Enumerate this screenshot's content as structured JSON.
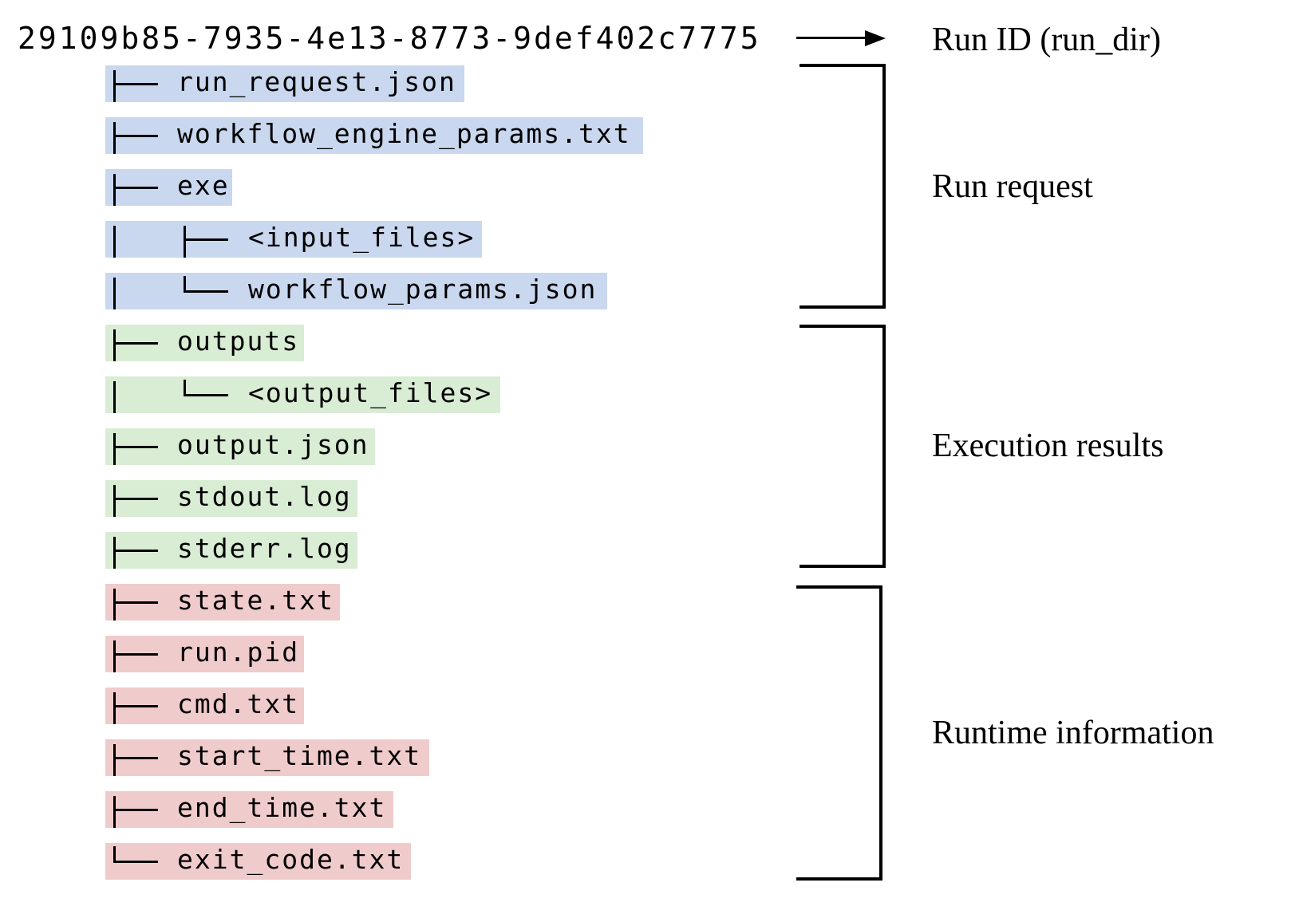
{
  "root": {
    "id": "29109b85-7935-4e13-8773-9def402c7775",
    "label": "Run ID (run_dir)"
  },
  "colors": {
    "run_request": "#c9d7ef",
    "execution_results": "#d9ecd4",
    "runtime_information": "#f0cbcc"
  },
  "groups": [
    {
      "key": "run_request",
      "label": "Run request"
    },
    {
      "key": "execution_results",
      "label": "Execution results"
    },
    {
      "key": "runtime_information",
      "label": "Runtime information"
    }
  ],
  "tree": [
    {
      "name": "run_request.json",
      "group": "run_request",
      "depth": 0,
      "last": false
    },
    {
      "name": "workflow_engine_params.txt",
      "group": "run_request",
      "depth": 0,
      "last": false
    },
    {
      "name": "exe",
      "group": "run_request",
      "depth": 0,
      "last": false
    },
    {
      "name": "<input_files>",
      "group": "run_request",
      "depth": 1,
      "last": false
    },
    {
      "name": "workflow_params.json",
      "group": "run_request",
      "depth": 1,
      "last": true
    },
    {
      "name": "outputs",
      "group": "execution_results",
      "depth": 0,
      "last": false
    },
    {
      "name": "<output_files>",
      "group": "execution_results",
      "depth": 1,
      "last": true
    },
    {
      "name": "output.json",
      "group": "execution_results",
      "depth": 0,
      "last": false
    },
    {
      "name": "stdout.log",
      "group": "execution_results",
      "depth": 0,
      "last": false
    },
    {
      "name": "stderr.log",
      "group": "execution_results",
      "depth": 0,
      "last": false
    },
    {
      "name": "state.txt",
      "group": "runtime_information",
      "depth": 0,
      "last": false
    },
    {
      "name": "run.pid",
      "group": "runtime_information",
      "depth": 0,
      "last": false
    },
    {
      "name": "cmd.txt",
      "group": "runtime_information",
      "depth": 0,
      "last": false
    },
    {
      "name": "start_time.txt",
      "group": "runtime_information",
      "depth": 0,
      "last": false
    },
    {
      "name": "end_time.txt",
      "group": "runtime_information",
      "depth": 0,
      "last": false
    },
    {
      "name": "exit_code.txt",
      "group": "runtime_information",
      "depth": 0,
      "last": true
    }
  ]
}
